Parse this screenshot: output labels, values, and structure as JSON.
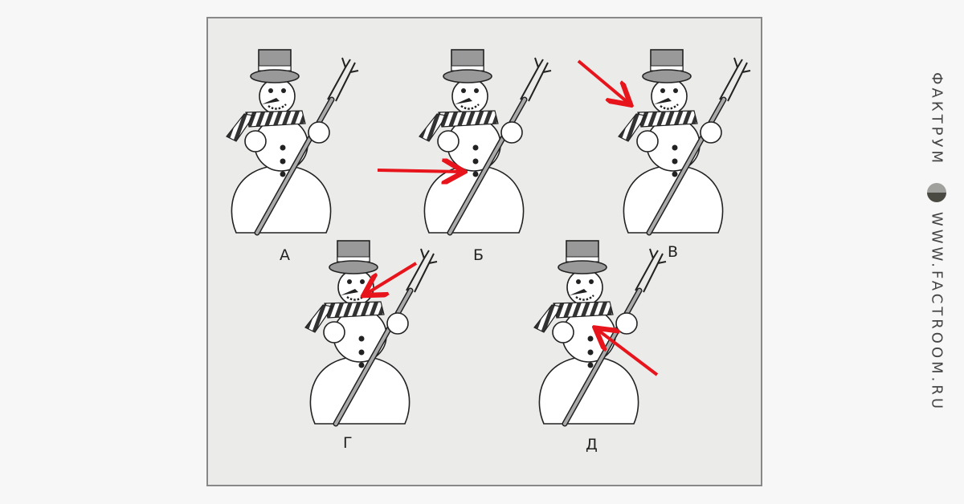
{
  "puzzle": {
    "labels": [
      "А",
      "Б",
      "В",
      "Г",
      "Д"
    ]
  },
  "brand": {
    "name": "ФАКТРУМ",
    "url": "WWW.FACTROOM.RU"
  },
  "colors": {
    "arrow": "#e8141c",
    "frame": "#ebebe9"
  }
}
